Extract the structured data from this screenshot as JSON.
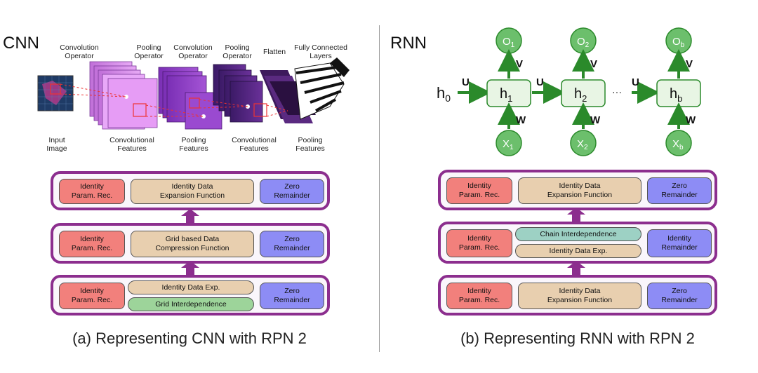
{
  "left": {
    "title": "CNN",
    "stage_top_labels": [
      [
        "Convolution",
        "Operator"
      ],
      [
        "Pooling",
        "Operator"
      ],
      [
        "Convolution",
        "Operator"
      ],
      [
        "Pooling",
        "Operator"
      ],
      [
        "Flatten"
      ],
      [
        "Fully Connected",
        "Layers"
      ]
    ],
    "stage_bottom_labels": [
      [
        "Input",
        "Image"
      ],
      [
        "Convolutional",
        "Features"
      ],
      [
        "Pooling",
        "Features"
      ],
      [
        "Convolutional",
        "Features"
      ],
      [
        "Pooling",
        "Features"
      ]
    ],
    "layers": [
      {
        "left": [
          "Identity",
          "Param. Rec."
        ],
        "mid": [
          "Identity Data",
          "Expansion Function"
        ],
        "right": [
          "Zero",
          "Remainder"
        ]
      },
      {
        "left": [
          "Identity",
          "Param. Rec."
        ],
        "mid": [
          "Grid based Data",
          "Compression Function"
        ],
        "right": [
          "Zero",
          "Remainder"
        ]
      },
      {
        "left": [
          "Identity",
          "Param. Rec."
        ],
        "mid_top": "Identity Data Exp.",
        "mid_bottom": "Grid Interdependence",
        "right": [
          "Zero",
          "Remainder"
        ]
      }
    ],
    "caption": "(a) Representing CNN with RPN 2"
  },
  "right": {
    "title": "RNN",
    "h0": "h",
    "h0_sub": "0",
    "nodes": [
      {
        "h": "h",
        "h_sub": "1",
        "o": "O",
        "o_sub": "1",
        "x": "X",
        "x_sub": "1"
      },
      {
        "h": "h",
        "h_sub": "2",
        "o": "O",
        "o_sub": "2",
        "x": "X",
        "x_sub": "2"
      },
      {
        "h": "h",
        "h_sub": "b",
        "o": "O",
        "o_sub": "b",
        "x": "X",
        "x_sub": "b"
      }
    ],
    "u_label": "U",
    "v_label": "V",
    "w_label": "W",
    "ellipsis": "···",
    "layers": [
      {
        "left": [
          "Identity",
          "Param. Rec."
        ],
        "mid": [
          "Identity Data",
          "Expansion Function"
        ],
        "right": [
          "Zero",
          "Remainder"
        ]
      },
      {
        "left": [
          "Identity",
          "Param. Rec."
        ],
        "mid_top": "Chain Interdependence",
        "mid_bottom": "Identity Data Exp.",
        "right": [
          "Identity",
          "Remainder"
        ]
      },
      {
        "left": [
          "Identity",
          "Param. Rec."
        ],
        "mid": [
          "Identity Data",
          "Expansion Function"
        ],
        "right": [
          "Zero",
          "Remainder"
        ]
      }
    ],
    "caption": "(b) Representing RNN with RPN 2"
  },
  "colors": {
    "layer_border": "#8c2e8e",
    "arrow": "#8c2e8e",
    "rnn_green": "#2b8a2b",
    "rnn_node_fill": "#6cbf6c"
  }
}
